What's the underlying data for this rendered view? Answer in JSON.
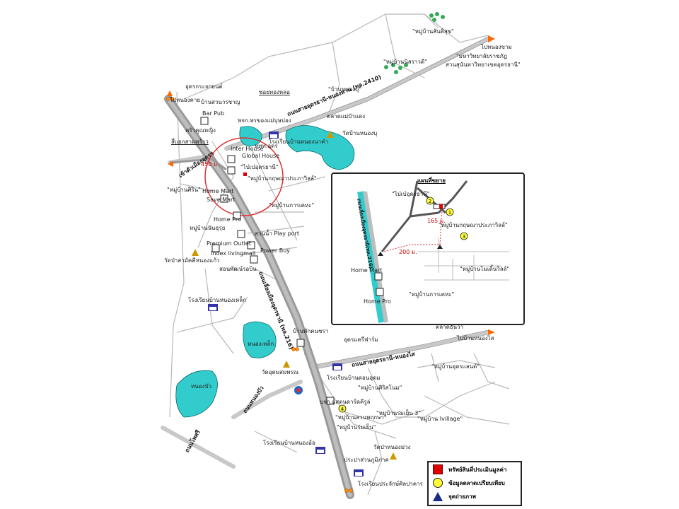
{
  "colors": {
    "road": "#c8c8c8",
    "highway": "#a0a0a0",
    "lake": "#33cccc",
    "accent": "#d00000",
    "circle": "#e03030",
    "marker_yellow": "#ffff33"
  },
  "labels": {
    "ban_san_suk": "\"หมู่บ้านสันติสุข\"",
    "rajabhat": "\"มหาวิทยาลัยราชภัฏ",
    "rajabhat2": "สวนสุนันทาวิทยาเขตอุดรธานี\"",
    "to_nong_kham": "ไปหนองขาม",
    "ban_nissara": "\"หมู่บ้านนิสราวดี\"",
    "ban_nong_bu": "\"บ้านหนองบุ\"",
    "soi_thong_lor": "ซอยทองหล่อ",
    "udon_chumphon": "อุดรกระจกยนต์",
    "ban_suan_chana": "บ้านสวนวรชาญ",
    "bar_pub": "Bar Pub",
    "to_nong_khai": "ไปหนองคาย",
    "krua_koon": "ครัวคุณหญิง",
    "pharm_kong": "พจก.พรของแม่บุษบ่อง",
    "talad_mae": "ตลาดแม่บัวแดง",
    "wat_nong_bu": "วัดบ้านหนองบุ",
    "road_2410": "ถนนสายอุดรธานี-หนองหาน (ทล.2410)",
    "sea_man": "สี่แยกสามพร้าว",
    "inter_house": "Inter House",
    "global_house": "Global House",
    "udon_tv": "ททท.อุดร",
    "school_nong_na": "โรงเรียนบ้านหนองนาคำ",
    "to_udon_city": "เข้าตัวเมืองอุดรฯ",
    "dist_450": "450 ม.",
    "big_udon": "\"ไบ๋เบ๋อุดรธานี\"",
    "ban_kunpha": "\"หมู่บ้านกฤษณาประภาวิลล์\"",
    "ban_srin": "\"หมู่บ้านศิริน\"",
    "home_mart": "Home Mart",
    "save_mart": "Save Mart",
    "ban_karaket": "\"หมู่บ้านการเคหะ\"",
    "home_pro": "Home Pro",
    "ban_nan_ruay": "หมู่บ้านนันธุรุย",
    "play_port": "สวนน้ำ Play port",
    "premium_outlet": "Premium Outlet",
    "index": "Index livingmall",
    "power_buy": "Power Buy",
    "wat_sam": "วัดป่าสามัคคีหนองแก้ว",
    "son_pat": "สอนพัฒน์รอบิน",
    "school_nong_lek": "โรงเรียนบ้านหนองเหล็ก",
    "nong_lek": "หนองเหล็ก",
    "ban_pak_chara": "บ้านพักคนชรา",
    "highway_label": "ถนนเลี่ยงเมืองอุดรธานี (ทล.216)",
    "udon_dee": "อุดรแดรี่ฟาร์ม",
    "road_nongsai": "ถนนสายอุดรธานี-หนองไส",
    "wat_udom": "วัดอุดมสมพรณ",
    "school_don": "โรงเรียนบ้านดอนอุดม",
    "ban_sirisombat": "\"หมู่บ้านศิริสโนม\"",
    "nong_bua": "หนองบัว",
    "road_nong_bua": "ถนนหนองบัว",
    "road_pho": "ถนนโพศรี",
    "bor_kor": "บจก.แสตนดาร์ดคีรูล่",
    "ban_suan": "\"หมู่บ้านสวนพฤกษา\"",
    "ban_rom_yen3": "\"หมู่บ้านร่มเย็น 3\"",
    "ban_rom_yen": "\"หมู่บ้านร่มเย็น\"",
    "ban_ivillage": "\"หมู่บ้าน Ivillage\"",
    "school_nong_oi": "โรงเรียนบ้านหนองอ้อ",
    "wat_nong_muang": "วัดป่าหนองม่วง",
    "pracha": "ประปาส่วนภูมิภาค",
    "school_prachak": "โรงเรียนประจักษ์ศิลปาคาร",
    "talad_thanwa": "ตลาดธันวา",
    "to_nong_sai": "ไปบ้านหนองไส",
    "ban_udon_land": "\"หมู่บ้านอุดรแลนด์\""
  },
  "inset": {
    "title": "แผนที่ขยาย",
    "big_udon": "\"ไบ๋เบ๋อุดรธานี\"",
    "ban_kunpha": "\"หมู่บ้านกฤษณาประภาวิลล์\"",
    "ban_modern": "\"หมู่บ้านโมเดิ้นวิลล์\"",
    "home_mart": "Home Mart",
    "home_pro": "Home Pro",
    "ban_karaket": "\"หมู่บ้านการเคหะ\"",
    "dist_165": "165 ม.",
    "dist_200": "200 ม.",
    "road": "ถนนเลี่ยงเมืองอุดรธานี(ทล.216)",
    "n1": "1",
    "n2": "2",
    "n3": "3"
  },
  "markers": {
    "n4": "4"
  },
  "legend": {
    "appraised": "ทรัพย์สินที่ประเมินมูลค่า",
    "comparable": "ข้อมูลตลาดเปรียบเทียบ",
    "photo": "จุดถ่ายภาพ"
  }
}
